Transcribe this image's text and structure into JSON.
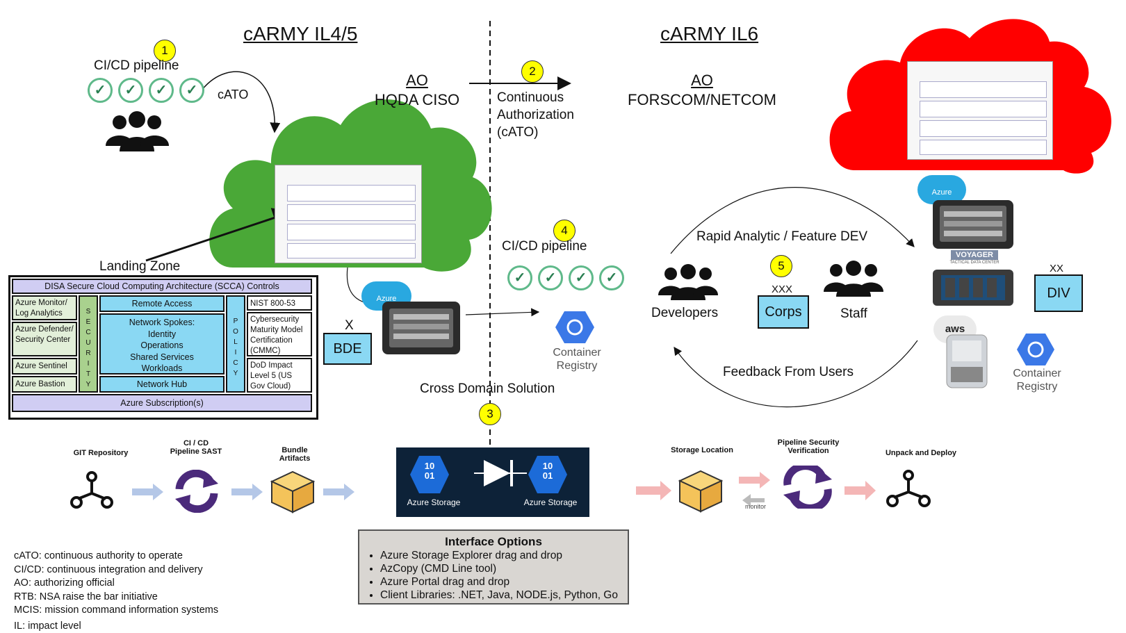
{
  "headers": {
    "left": "cARMY IL4/5",
    "right": "cARMY IL6"
  },
  "ao_left": {
    "title": "AO",
    "name": "HQDA CISO"
  },
  "ao_right": {
    "title": "AO",
    "name": "FORSCOM/NETCOM"
  },
  "steps": {
    "one": "1",
    "two": "2",
    "three": "3",
    "four": "4",
    "five": "5"
  },
  "pipeline1": {
    "label": "CI/CD pipeline",
    "cato": "cATO"
  },
  "cato_arrow": {
    "line1": "Continuous",
    "line2": "Authorization",
    "line3": "(cATO)"
  },
  "landing_zone": "Landing Zone",
  "scca": {
    "title": "DISA Secure Cloud Computing Architecture (SCCA) Controls",
    "monitor": "Azure Monitor/ Log Analytics",
    "defender": "Azure Defender/ Security Center",
    "sentinel": "Azure Sentinel",
    "bastion": "Azure Bastion",
    "security": "SECURITY",
    "remote_access": "Remote Access",
    "spokes_title": "Network Spokes:",
    "spokes_1": "Identity",
    "spokes_2": "Operations",
    "spokes_3": "Shared Services",
    "spokes_4": "Workloads",
    "hub": "Network Hub",
    "policy": "POLICY",
    "nist": "NIST 800-53",
    "cmmc": "Cybersecurity Maturity Model Certification (CMMC)",
    "dod": "DoD Impact Level 5 (US Gov Cloud)",
    "subscription": "Azure Subscription(s)"
  },
  "bde": {
    "mark": "X",
    "label": "BDE"
  },
  "azure_badge": "Azure",
  "pipeline4": {
    "label": "CI/CD pipeline"
  },
  "container_registry": "Container Registry",
  "cds": "Cross Domain Solution",
  "rapid": "Rapid Analytic / Feature DEV",
  "feedback": "Feedback From Users",
  "developers": "Developers",
  "corps": {
    "mark": "XXX",
    "label": "Corps"
  },
  "staff": "Staff",
  "div": {
    "mark": "XX",
    "label": "DIV"
  },
  "voyager": {
    "name": "VOYAGER",
    "sub": "TACTICAL DATA CENTER"
  },
  "aws": "aws",
  "flow": {
    "git": "GIT Repository",
    "cicd": "CI / CD Pipeline SAST",
    "bundle": "Bundle Artifacts",
    "storage1": "Azure Storage",
    "storage2": "Azure Storage",
    "bits": "10 01",
    "storage_location": "Storage Location",
    "verification": "Pipeline Security Verification",
    "monitor": "monitor",
    "deploy": "Unpack and Deploy"
  },
  "interface": {
    "title": "Interface Options",
    "items": [
      "Azure Storage Explorer drag and drop",
      "AzCopy (CMD Line tool)",
      "Azure Portal drag and drop",
      "Client Libraries: .NET, Java, NODE.js, Python, Go"
    ]
  },
  "glossary": [
    "cATO: continuous authority to operate",
    "CI/CD: continuous integration and delivery",
    "AO: authorizing official",
    "RTB: NSA raise the bar initiative",
    "MCIS: mission command information systems",
    "IL: impact level"
  ],
  "colors": {
    "green_cloud": "#4aa837",
    "red_cloud": "#ff0000",
    "box_blue": "#8ad8f3",
    "security_green": "#a9d18e",
    "subscription_purple": "#d0cdf3",
    "storage_dark": "#0d2238"
  }
}
